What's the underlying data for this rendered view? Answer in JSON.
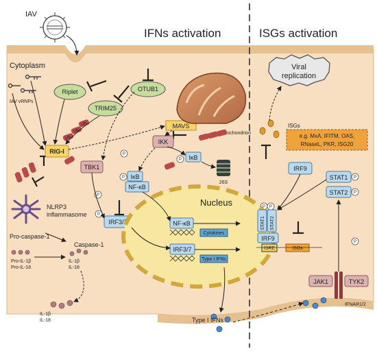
{
  "titles": {
    "ifns": "IFNs activation",
    "isgs": "ISGs activation"
  },
  "labels": {
    "iav": "IAV",
    "cytoplasm": "Cytoplasm",
    "iav_vrnps": "IAV vRNPs",
    "riplet": "Riplet",
    "trim25": "TRIM25",
    "otub1": "OTUB1",
    "mavs": "MAVS",
    "mitochondrion": "Mitochondrion",
    "rig_i": "RIG-I",
    "ikk": "IKK",
    "tbk1": "TBK1",
    "ikb": "IκB",
    "nfkb": "NF-κB",
    "proteasome": "26S",
    "irf37": "IRF3/7",
    "nlrp3_1": "NLRP3",
    "nlrp3_2": "inflammasome",
    "pro_caspase": "Pro-caspase-1",
    "caspase": "Caspase-1",
    "pro_il1b": "Pro-IL-1β",
    "pro_il18": "Pro-IL-18",
    "il1b": "IL-1β",
    "il18": "IL-18",
    "nucleus": "Nucleus",
    "cytokines": "Cytokines",
    "type1_ifns_box": "Type I IFNs",
    "type1_ifns": "Type I IFNs",
    "irf9": "IRF9",
    "stat1": "STAT1",
    "stat2": "STAT2",
    "isre": "ISRE",
    "isgs_box": "ISGs",
    "isgs": "ISGs",
    "isgs_eg_1": "e.g. MxA, IFITM, OAS,",
    "isgs_eg_2": "RNaseL, PKR, ISG20",
    "viral_1": "Viral",
    "viral_2": "replication",
    "jak1": "JAK1",
    "tyk2": "TYK2",
    "ifnar": "IFNAR1/2",
    "ub": "Ub",
    "p": "P"
  },
  "colors": {
    "cell": "#f8dfc2",
    "membrane": "#e6c08f",
    "nucleus": "#f7e7a1",
    "green": "#c7dd9e",
    "blue": "#b9d9ef",
    "pink": "#dbb1b1",
    "orange": "#f0a33b",
    "yellow": "#f6d46b",
    "ub": "#b84a4a"
  }
}
